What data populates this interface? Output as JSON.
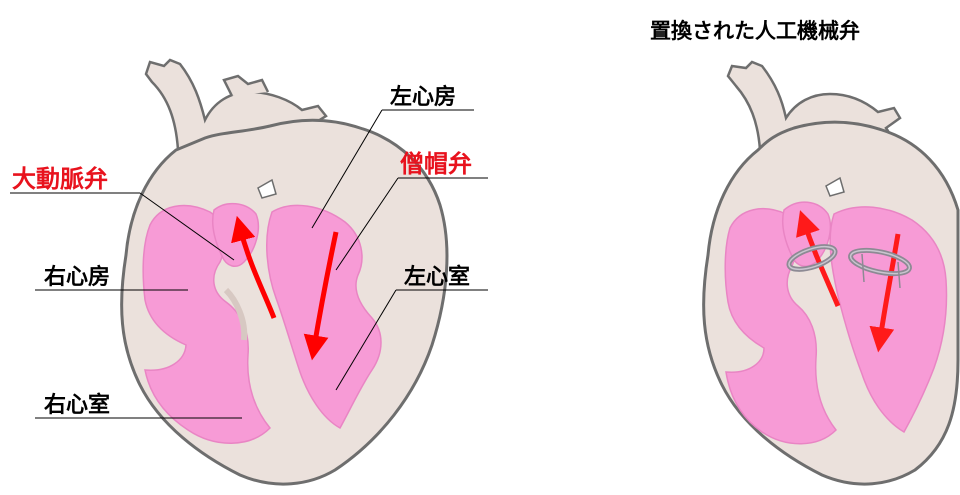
{
  "labels": {
    "left_atrium": "左心房",
    "mitral_valve": "僧帽弁",
    "aortic_valve": "大動脈弁",
    "right_atrium": "右心房",
    "left_ventricle": "左心室",
    "right_ventricle": "右心室",
    "replaced_valve_title": "置換された人工機械弁"
  },
  "colors": {
    "outline": "#6e6e6e",
    "wall": "#ebe1dc",
    "chamber": "#f79bd6",
    "chamber_dark": "#e985c4",
    "arrow": "#ff0000",
    "valve_label": "#e8121d",
    "leader": "#000000",
    "mech_valve": "#8d8a94"
  }
}
